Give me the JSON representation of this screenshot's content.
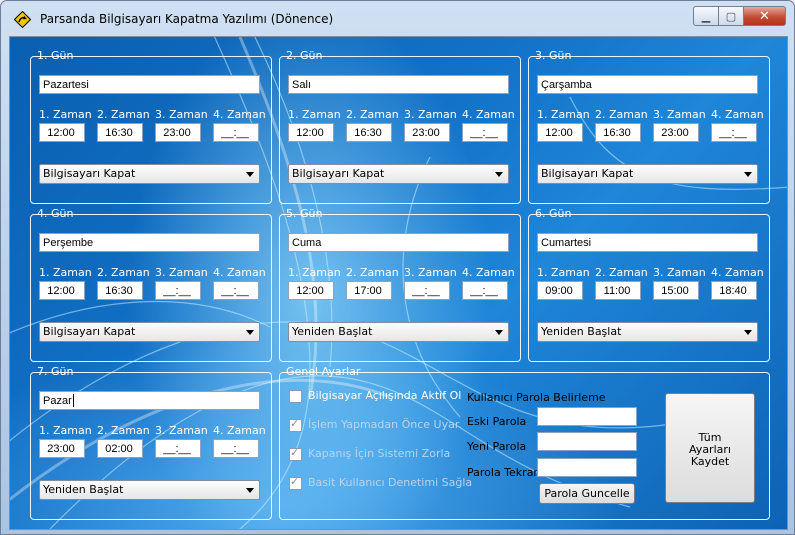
{
  "window": {
    "title": "Parsanda Bilgisayarı Kapatma Yazılımı  (Dönence)"
  },
  "days": [
    {
      "title": "1. Gün",
      "name": "Pazartesi",
      "times": [
        "12:00",
        "16:30",
        "23:00",
        "__:__"
      ],
      "action": "Bilgisayarı Kapat"
    },
    {
      "title": "2. Gün",
      "name": "Salı",
      "times": [
        "12:00",
        "16:30",
        "23:00",
        "__:__"
      ],
      "action": "Bilgisayarı Kapat"
    },
    {
      "title": "3. Gün",
      "name": "Çarşamba",
      "times": [
        "12:00",
        "16:30",
        "23:00",
        "__:__"
      ],
      "action": "Bilgisayarı Kapat"
    },
    {
      "title": "4. Gün",
      "name": "Perşembe",
      "times": [
        "12:00",
        "16:30",
        "__:__",
        "__:__"
      ],
      "action": "Bilgisayarı Kapat"
    },
    {
      "title": "5. Gün",
      "name": "Cuma",
      "times": [
        "12:00",
        "17:00",
        "__:__",
        "__:__"
      ],
      "action": "Yeniden Başlat"
    },
    {
      "title": "6. Gün",
      "name": "Cumartesi",
      "times": [
        "09:00",
        "11:00",
        "15:00",
        "18:40"
      ],
      "action": "Yeniden Başlat"
    },
    {
      "title": "7. Gün",
      "name": "Pazar",
      "times": [
        "23:00",
        "02:00",
        "__:__",
        "__:__"
      ],
      "action": "Yeniden Başlat"
    }
  ],
  "time_labels": [
    "1. Zaman",
    "2. Zaman",
    "3. Zaman",
    "4. Zaman"
  ],
  "settings": {
    "title": "Genel Ayarlar",
    "options": [
      {
        "label": "Bilgisayar Açılışında Aktif Ol",
        "checked": false,
        "enabled": true
      },
      {
        "label": "İşlem Yapmadan Önce Uyar.",
        "checked": true,
        "enabled": false
      },
      {
        "label": "Kapanış İçin Sistemi Zorla",
        "checked": true,
        "enabled": false
      },
      {
        "label": "Basit Kullanıcı Denetimi Sağla",
        "checked": true,
        "enabled": false
      }
    ],
    "password": {
      "heading": "Kullanıcı Parola Belirleme",
      "old_label": "Eski Parola",
      "new_label": "Yeni Parola",
      "repeat_label": "Parola Tekrar",
      "old_value": "",
      "new_value": "",
      "repeat_value": "",
      "update_button": "Parola Guncelle"
    },
    "save_button": {
      "line1": "Tüm",
      "line2": "Ayarları",
      "line3": "Kaydet"
    }
  },
  "icons": {
    "app": "steering-sign-icon",
    "minimize": "minimize-icon",
    "maximize": "maximize-icon",
    "close": "close-icon"
  },
  "colors": {
    "background_blue": "#1272c8",
    "close_red": "#c24d36"
  }
}
